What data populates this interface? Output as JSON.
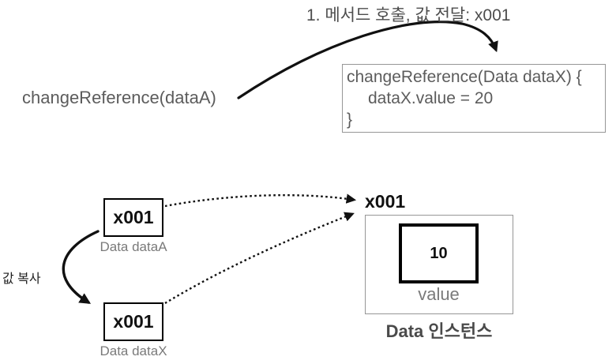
{
  "title": "1. 메서드 호출, 값 전달: x001",
  "caller": {
    "label": "changeReference(dataA)"
  },
  "code_box": {
    "lines": [
      "changeReference(Data dataX) {",
      "dataX.value = 20",
      "}"
    ]
  },
  "ref_boxes": [
    {
      "value": "x001",
      "label": "Data dataA"
    },
    {
      "value": "x001",
      "label": "Data dataX"
    }
  ],
  "copy_label": "값 복사",
  "instance": {
    "address": "x001",
    "field_value": "10",
    "field_label": "value",
    "caption": "Data 인스턴스"
  },
  "arrows": [
    {
      "name": "method-call-arrow",
      "style": "solid-curved",
      "from": "changeReference(dataA)",
      "to": "code-box"
    },
    {
      "name": "copy-arrow",
      "style": "solid-curved",
      "from": "ref-box-dataA",
      "to": "ref-box-dataX"
    },
    {
      "name": "dataA-reference-arrow",
      "style": "dotted-curved",
      "from": "ref-box-dataA",
      "to": "instance-address"
    },
    {
      "name": "dataX-reference-arrow",
      "style": "dotted-curved",
      "from": "ref-box-dataX",
      "to": "instance-address"
    }
  ],
  "colors": {
    "ink": "#111111",
    "title_text": "#4d4d4d",
    "code_text": "#5c5c5c",
    "muted_text": "#7a7a7a",
    "caption_text": "#4a4a4a",
    "copy_text": "#1f1f1f",
    "box_border_gray": "#969696",
    "box_border_black": "#000000",
    "bg": "#ffffff"
  }
}
